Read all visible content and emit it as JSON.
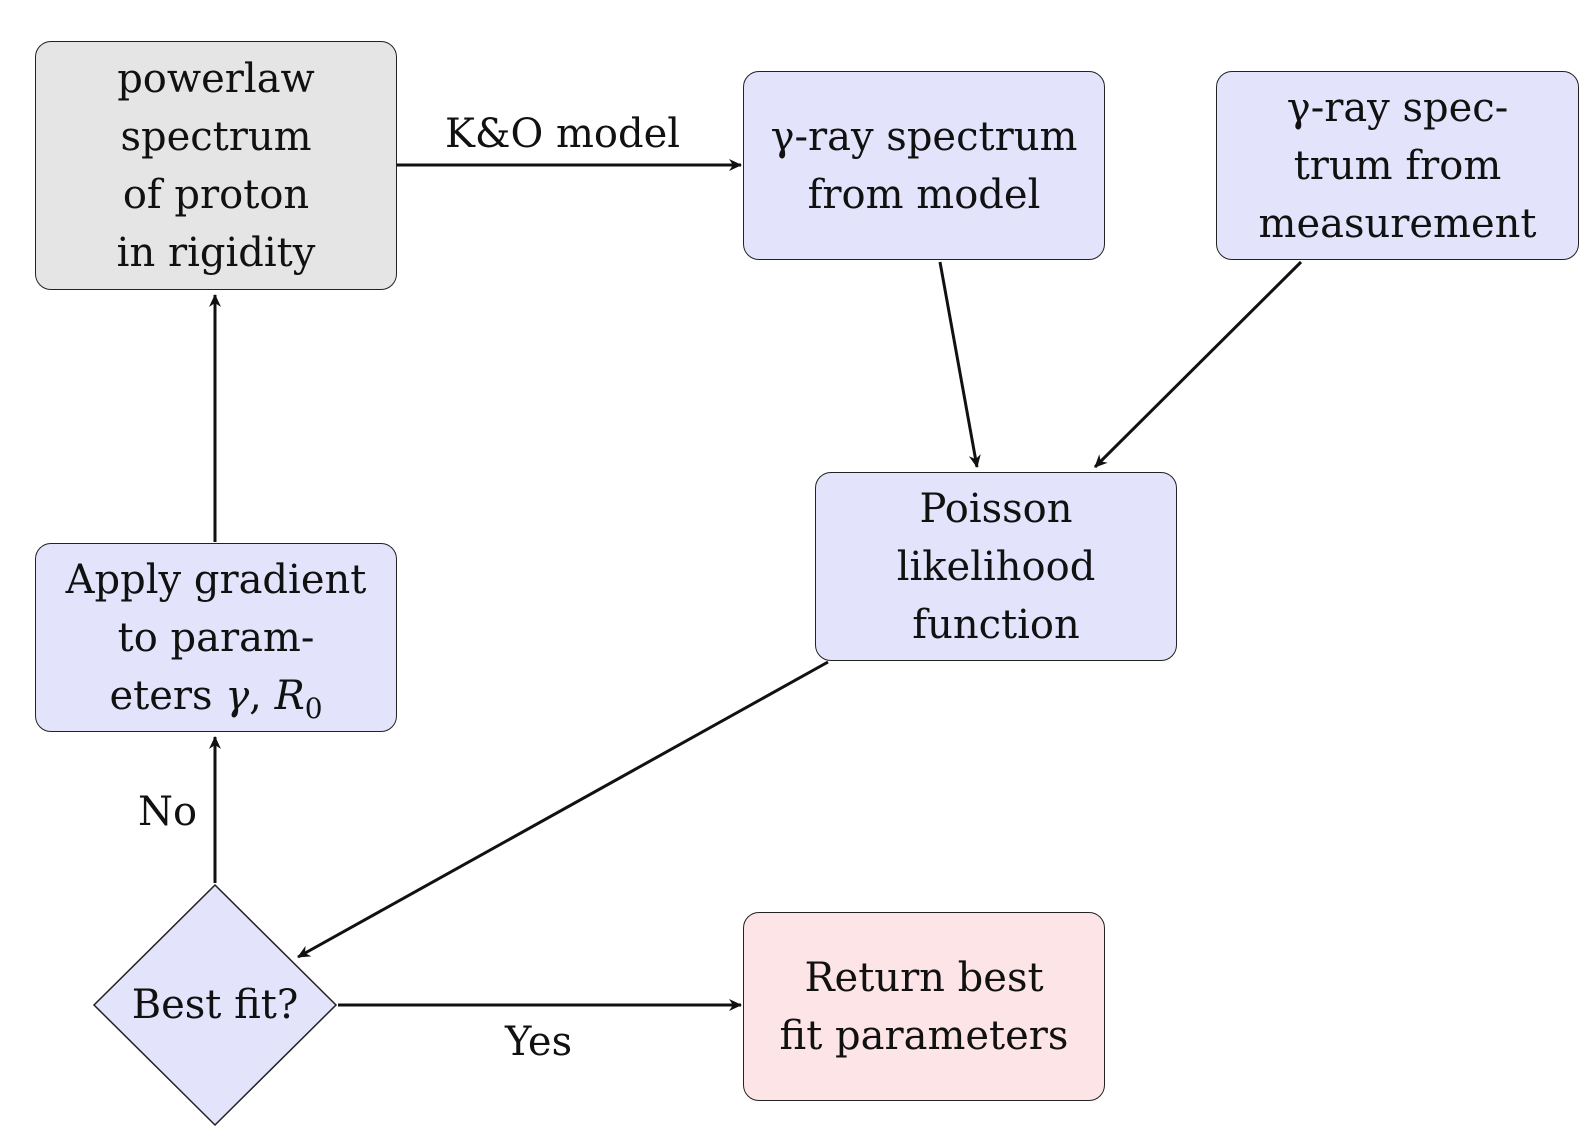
{
  "nodes": {
    "powerlaw": {
      "lines": [
        "powerlaw",
        "spectrum",
        "of proton",
        "in rigidity"
      ]
    },
    "model_spectrum": {
      "lines": [
        "γ-ray spectrum",
        "from model"
      ]
    },
    "measured_spectrum": {
      "lines": [
        "γ-ray spec-",
        "trum from",
        "measurement"
      ]
    },
    "poisson": {
      "lines": [
        "Poisson",
        "likelihood",
        "function"
      ]
    },
    "gradient": {
      "line1": "Apply gradient",
      "line2": "to param-",
      "line3_prefix": "eters ",
      "gamma": "γ",
      "separator": ", ",
      "r": "R",
      "r_sub": "0"
    },
    "decision": {
      "label": "Best fit?"
    },
    "result": {
      "lines": [
        "Return best",
        "fit parameters"
      ]
    }
  },
  "edges": {
    "ko_model": "K&O model",
    "no": "No",
    "yes": "Yes"
  },
  "colors": {
    "gray_box": "#e5e5e5",
    "blue_box": "#e3e3fb",
    "pink_box": "#fde4e7",
    "stroke": "#222222"
  }
}
